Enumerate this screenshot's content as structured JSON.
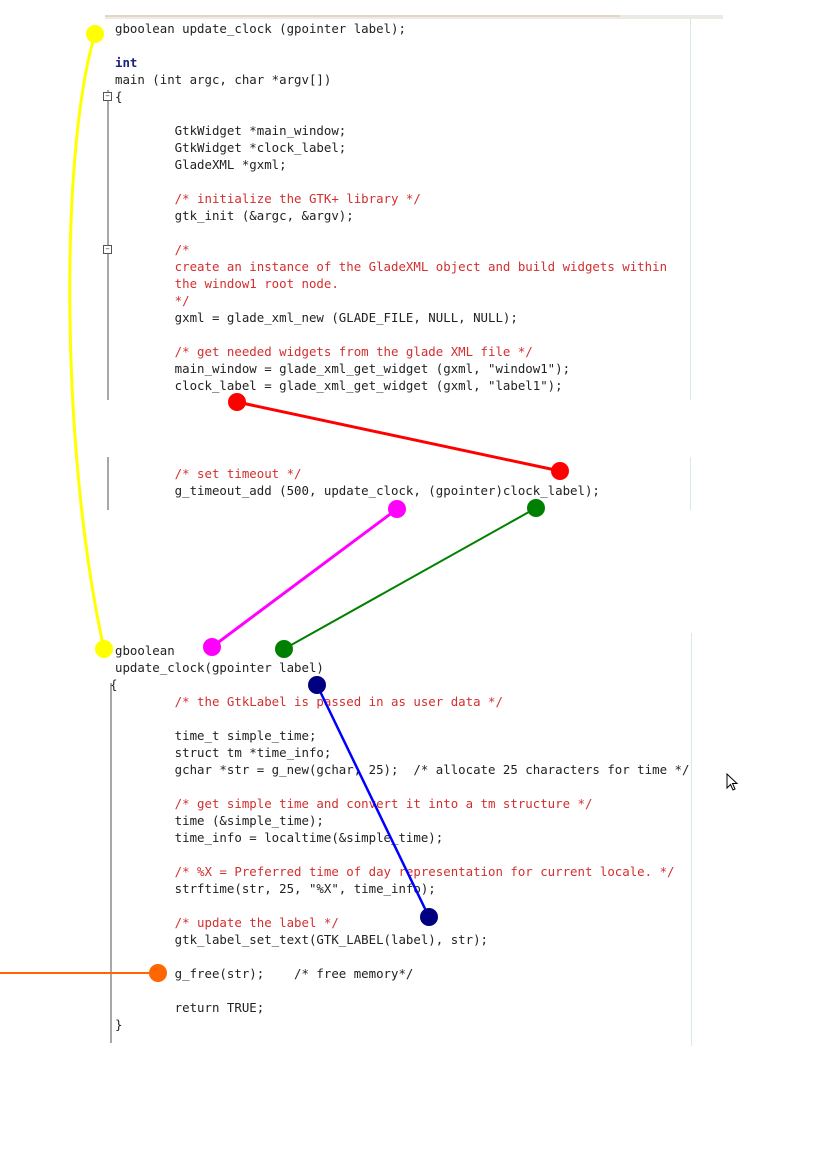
{
  "snippet1": {
    "lines": [
      "gboolean update_clock (gpointer label);",
      "",
      "int",
      "main (int argc, char *argv[])",
      "{",
      "",
      "        GtkWidget *main_window;",
      "        GtkWidget *clock_label;",
      "        GladeXML *gxml;",
      "",
      "        /* initialize the GTK+ library */",
      "        gtk_init (&argc, &argv);",
      "",
      "        /*",
      "        create an instance of the GladeXML object and build widgets within",
      "        the window1 root node.",
      "        */",
      "        gxml = glade_xml_new (GLADE_FILE, NULL, NULL);",
      "",
      "        /* get needed widgets from the glade XML file */",
      "        main_window = glade_xml_get_widget (gxml, \"window1\");",
      "        clock_label = glade_xml_get_widget (gxml, \"label1\");"
    ]
  },
  "snippet2": {
    "lines": [
      "        /* set timeout */",
      "        g_timeout_add (500, update_clock, (gpointer)clock_label);"
    ]
  },
  "snippet3": {
    "lines": [
      "gboolean",
      "update_clock(gpointer label)",
      "{",
      "        /* the GtkLabel is passed in as user data */",
      "",
      "        time_t simple_time;",
      "        struct tm *time_info;",
      "        gchar *str = g_new(gchar, 25);  /* allocate 25 characters for time */",
      "",
      "        /* get simple time and convert it into a tm structure */",
      "        time (&simple_time);",
      "        time_info = localtime(&simple_time);",
      "",
      "        /* %X = Preferred time of day representation for current locale. */",
      "        strftime(str, 25, \"%X\", time_info);",
      "",
      "        /* update the label */",
      "        gtk_label_set_text(GTK_LABEL(label), str);",
      "",
      "        g_free(str);    /* free memory*/",
      "",
      "        return TRUE;",
      "}"
    ]
  },
  "annotations": [
    {
      "name": "yellow",
      "color": "#ffff00"
    },
    {
      "name": "red",
      "color": "#ff0000"
    },
    {
      "name": "magenta",
      "color": "#ff00ff"
    },
    {
      "name": "green",
      "color": "#008000"
    },
    {
      "name": "navy",
      "color": "#000080"
    },
    {
      "name": "orange",
      "color": "#ff6600"
    }
  ],
  "icons": {
    "fold_marker": "⊟",
    "cursor": "mouse-pointer-icon"
  }
}
